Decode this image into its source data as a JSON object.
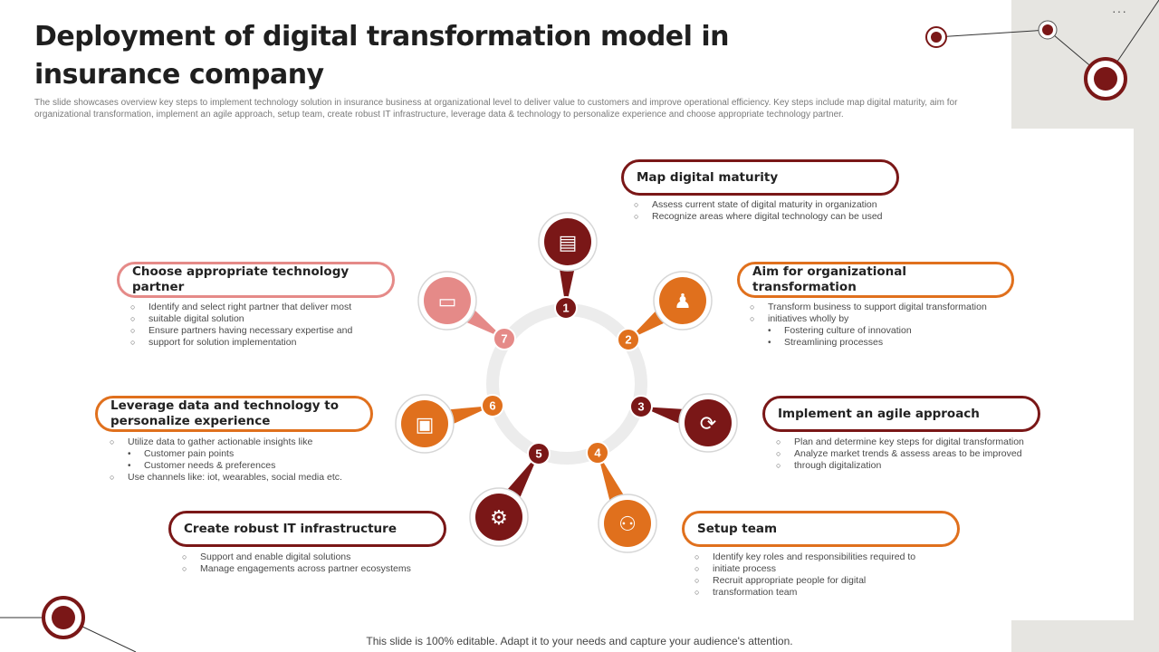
{
  "title": "Deployment of digital transformation model in insurance company",
  "subtitle": "The slide showcases overview key steps to implement technology solution in insurance business at organizational level to deliver value to customers and improve operational efficiency. Key steps include map digital maturity, aim for organizational transformation, implement  an agile approach, setup team,  create robust IT infrastructure, leverage data & technology to personalize experience and choose appropriate technology partner.",
  "footer": "This slide is 100% editable. Adapt it to your needs and capture your audience's attention.",
  "menu_icon": "more-horizontal-icon",
  "colors": {
    "dark_red": "#7a1717",
    "orange": "#e0701d",
    "pink": "#e58a88",
    "ring": "#ececec"
  },
  "steps": [
    {
      "number": "1",
      "title": "Map digital maturity",
      "color": "#7a1717",
      "icon": "dashboard-icon",
      "bullets": [
        {
          "text": "Assess current state of digital maturity in organization",
          "level": 1
        },
        {
          "text": "Recognize areas where digital technology can be used",
          "level": 1
        }
      ]
    },
    {
      "number": "2",
      "title": "Aim for organizational transformation",
      "color": "#e0701d",
      "icon": "idea-person-icon",
      "bullets": [
        {
          "text": "Transform business to support digital transformation",
          "level": 1
        },
        {
          "text": "initiatives wholly by",
          "level": 1
        },
        {
          "text": "Fostering culture of innovation",
          "level": 2
        },
        {
          "text": "Streamlining processes",
          "level": 2
        }
      ]
    },
    {
      "number": "3",
      "title": "Implement an agile approach",
      "color": "#7a1717",
      "icon": "agile-cycle-icon",
      "bullets": [
        {
          "text": "Plan and determine key steps for digital transformation",
          "level": 1
        },
        {
          "text": "Analyze market trends & assess areas to be improved",
          "level": 1
        },
        {
          "text": "through digitalization",
          "level": 1
        }
      ]
    },
    {
      "number": "4",
      "title": "Setup team",
      "color": "#e0701d",
      "icon": "team-meeting-icon",
      "bullets": [
        {
          "text": "Identify key roles and responsibilities required to",
          "level": 1
        },
        {
          "text": "initiate process",
          "level": 1
        },
        {
          "text": "Recruit appropriate people for digital",
          "level": 1
        },
        {
          "text": "transformation team",
          "level": 1
        }
      ]
    },
    {
      "number": "5",
      "title": "Create robust IT infrastructure",
      "color": "#7a1717",
      "icon": "network-gear-icon",
      "bullets": [
        {
          "text": "Support and enable digital solutions",
          "level": 1
        },
        {
          "text": "Manage engagements across partner ecosystems",
          "level": 1
        }
      ]
    },
    {
      "number": "6",
      "title": "Leverage data and technology to personalize experience",
      "color": "#e0701d",
      "icon": "data-box-icon",
      "bullets": [
        {
          "text": "Utilize data to gather actionable insights like",
          "level": 1
        },
        {
          "text": "Customer pain points",
          "level": 2
        },
        {
          "text": "Customer needs & preferences",
          "level": 2
        },
        {
          "text": "Use channels like:  iot,  wearables,  social media etc.",
          "level": 1
        }
      ]
    },
    {
      "number": "7",
      "title": "Choose appropriate technology partner",
      "color": "#e58a88",
      "icon": "partner-screen-icon",
      "bullets": [
        {
          "text": "Identify and select right partner that deliver most",
          "level": 1
        },
        {
          "text": "suitable digital solution",
          "level": 1
        },
        {
          "text": "Ensure partners having necessary expertise and",
          "level": 1
        },
        {
          "text": "support for solution implementation",
          "level": 1
        }
      ]
    }
  ]
}
